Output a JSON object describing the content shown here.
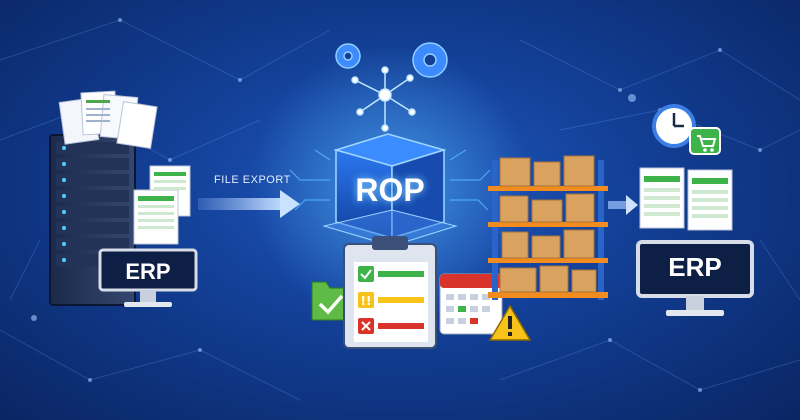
{
  "left_system": {
    "label": "ERP"
  },
  "flow": {
    "label": "FILE EXPORT"
  },
  "engine": {
    "label": "ROP"
  },
  "right_system": {
    "label": "ERP"
  },
  "colors": {
    "background": "#123e94",
    "accent_glow": "#39a8ff",
    "cube": "#1f63d8",
    "check_green": "#3db34a",
    "warning_yellow": "#f7c21a",
    "error_red": "#d9342b",
    "box_tan": "#d9a25e",
    "shelf_blue": "#2a64c8"
  },
  "icons": [
    "server-rack-icon",
    "document-stack-icon",
    "spreadsheet-icon",
    "arrow-right-icon",
    "gear-icon",
    "network-node-icon",
    "cube-icon",
    "checklist-clipboard-icon",
    "folder-check-icon",
    "calendar-icon",
    "warning-icon",
    "warehouse-shelf-icon",
    "clock-icon",
    "shopping-cart-icon",
    "monitor-icon"
  ]
}
